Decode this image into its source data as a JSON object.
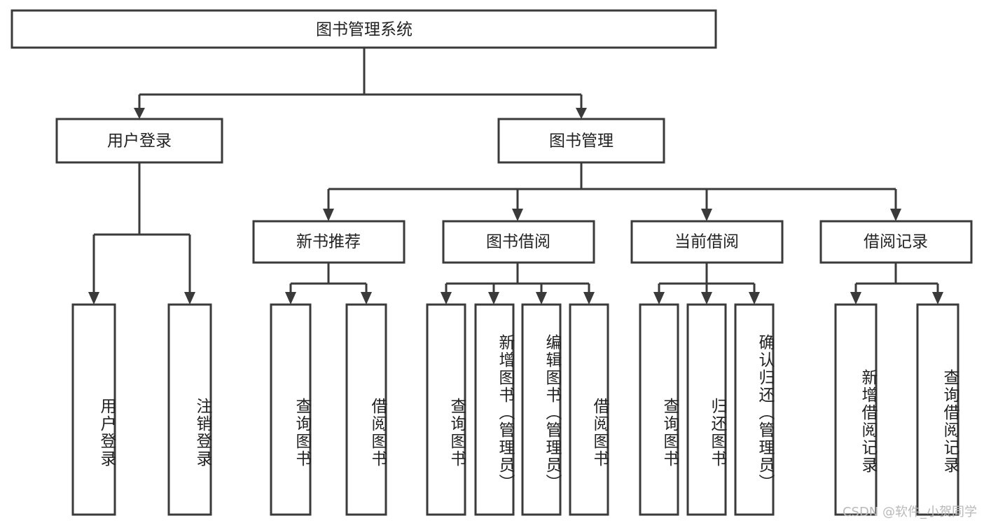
{
  "diagram": {
    "title": "图书管理系统",
    "root": {
      "label": "图书管理系统"
    },
    "level2": [
      {
        "label": "用户登录"
      },
      {
        "label": "图书管理"
      }
    ],
    "level3": [
      {
        "label": "新书推荐"
      },
      {
        "label": "图书借阅"
      },
      {
        "label": "当前借阅"
      },
      {
        "label": "借阅记录"
      }
    ],
    "leaves": {
      "user_login": [
        {
          "label": "用户登录"
        },
        {
          "label": "注销登录"
        }
      ],
      "new_book_recommend": [
        {
          "label": "查询图书"
        },
        {
          "label": "借阅图书"
        }
      ],
      "book_borrow": [
        {
          "label": "查询图书"
        },
        {
          "label": "新增图书（管理员）"
        },
        {
          "label": "编辑图书（管理员）"
        },
        {
          "label": "借阅图书"
        }
      ],
      "current_borrow": [
        {
          "label": "查询图书"
        },
        {
          "label": "归还图书"
        },
        {
          "label": "确认归还（管理员）"
        }
      ],
      "borrow_record": [
        {
          "label": "新增借阅记录"
        },
        {
          "label": "查询借阅记录"
        }
      ]
    }
  },
  "watermark": {
    "text": "CSDN @软件_小贺同学"
  },
  "colors": {
    "stroke": "#3a3a3a",
    "fill": "#ffffff",
    "text": "#222222",
    "watermark": "#b9b9b9"
  }
}
